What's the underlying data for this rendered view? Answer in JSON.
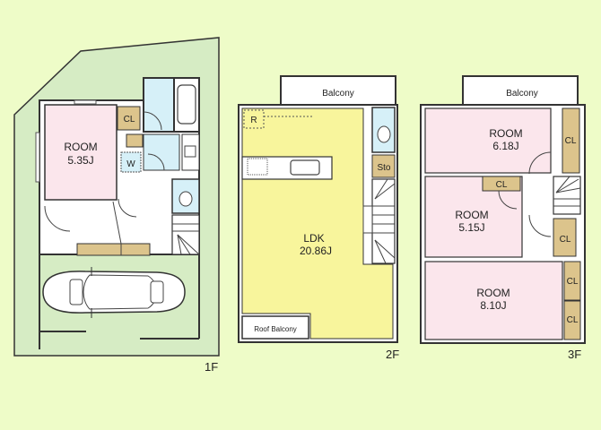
{
  "colors": {
    "background": "#eefcc8",
    "garden": "#d6ecc4",
    "room_pink": "#fbe6ec",
    "ldk_yellow": "#f8f59c",
    "wet_blue": "#d6f0f8",
    "closet_tan": "#dcc48c",
    "white": "#ffffff",
    "wall": "#333333"
  },
  "floors": [
    {
      "id": "1F",
      "label": "1F",
      "rooms": [
        {
          "name": "ROOM",
          "size": "5.35J"
        },
        {
          "name": "CL"
        },
        {
          "name": "W"
        }
      ],
      "features": [
        "garden",
        "parking-space-car",
        "bathroom",
        "washroom",
        "toilet",
        "stairs",
        "entrance",
        "shoe-cabinet"
      ]
    },
    {
      "id": "2F",
      "label": "2F",
      "rooms": [
        {
          "name": "Balcony"
        },
        {
          "name": "LDK",
          "size": "20.86J"
        },
        {
          "name": "R"
        },
        {
          "name": "Sto"
        },
        {
          "name": "Roof Balcony"
        }
      ],
      "features": [
        "kitchen",
        "toilet",
        "stairs"
      ]
    },
    {
      "id": "3F",
      "label": "3F",
      "rooms": [
        {
          "name": "Balcony"
        },
        {
          "name": "ROOM",
          "size": "6.18J"
        },
        {
          "name": "ROOM",
          "size": "5.15J"
        },
        {
          "name": "ROOM",
          "size": "8.10J"
        },
        {
          "name": "CL"
        },
        {
          "name": "CL"
        },
        {
          "name": "CL"
        },
        {
          "name": "CL"
        },
        {
          "name": "CL"
        }
      ],
      "features": [
        "stairs",
        "hallway"
      ]
    }
  ],
  "labels": {
    "f1_room": "ROOM",
    "f1_room_size": "5.35J",
    "f1_cl": "CL",
    "f1_w": "W",
    "f1_floor": "1F",
    "f2_balcony": "Balcony",
    "f2_ldk": "LDK",
    "f2_ldk_size": "20.86J",
    "f2_r": "R",
    "f2_sto": "Sto",
    "f2_roof_balcony": "Roof Balcony",
    "f2_floor": "2F",
    "f3_balcony": "Balcony",
    "f3_room1": "ROOM",
    "f3_room1_size": "6.18J",
    "f3_room2": "ROOM",
    "f3_room2_size": "5.15J",
    "f3_room3": "ROOM",
    "f3_room3_size": "8.10J",
    "cl": "CL",
    "f3_floor": "3F"
  }
}
